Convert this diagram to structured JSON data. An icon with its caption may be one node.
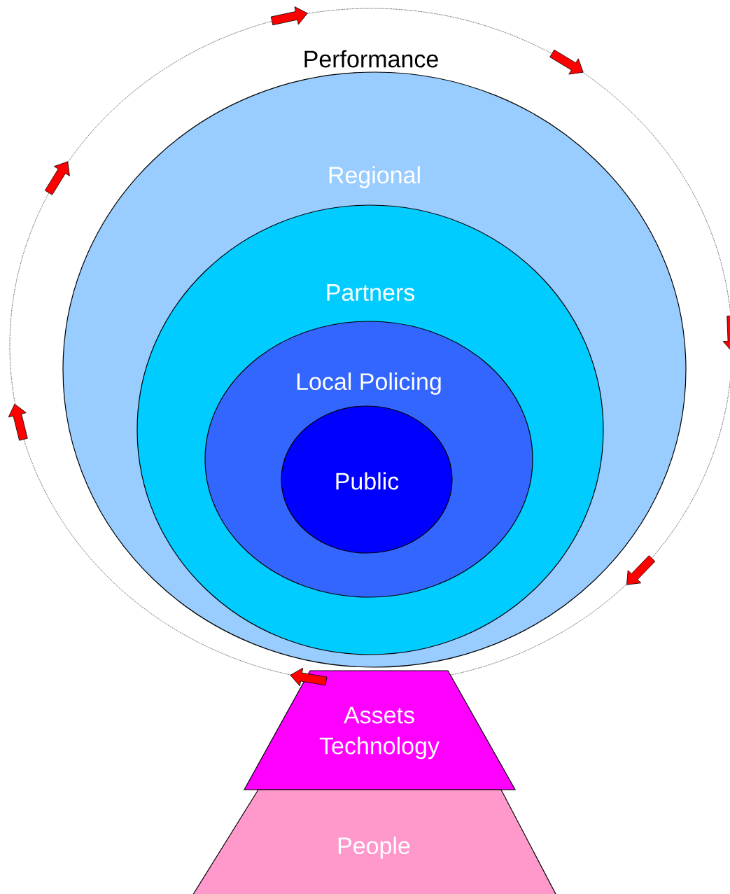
{
  "diagram": {
    "nodes": [
      {
        "text": [
          "Performance"
        ]
      },
      {
        "text": [
          "Regional"
        ],
        "in": 0
      },
      {
        "text": [
          "Partners"
        ],
        "in": 1
      },
      {
        "text": [
          "Local Policing"
        ],
        "in": 2
      },
      {
        "text": [
          "Public"
        ],
        "in": 3
      },
      {
        "text": [
          "Assets Technology"
        ]
      },
      {
        "text": [
          "People"
        ]
      }
    ]
  }
}
